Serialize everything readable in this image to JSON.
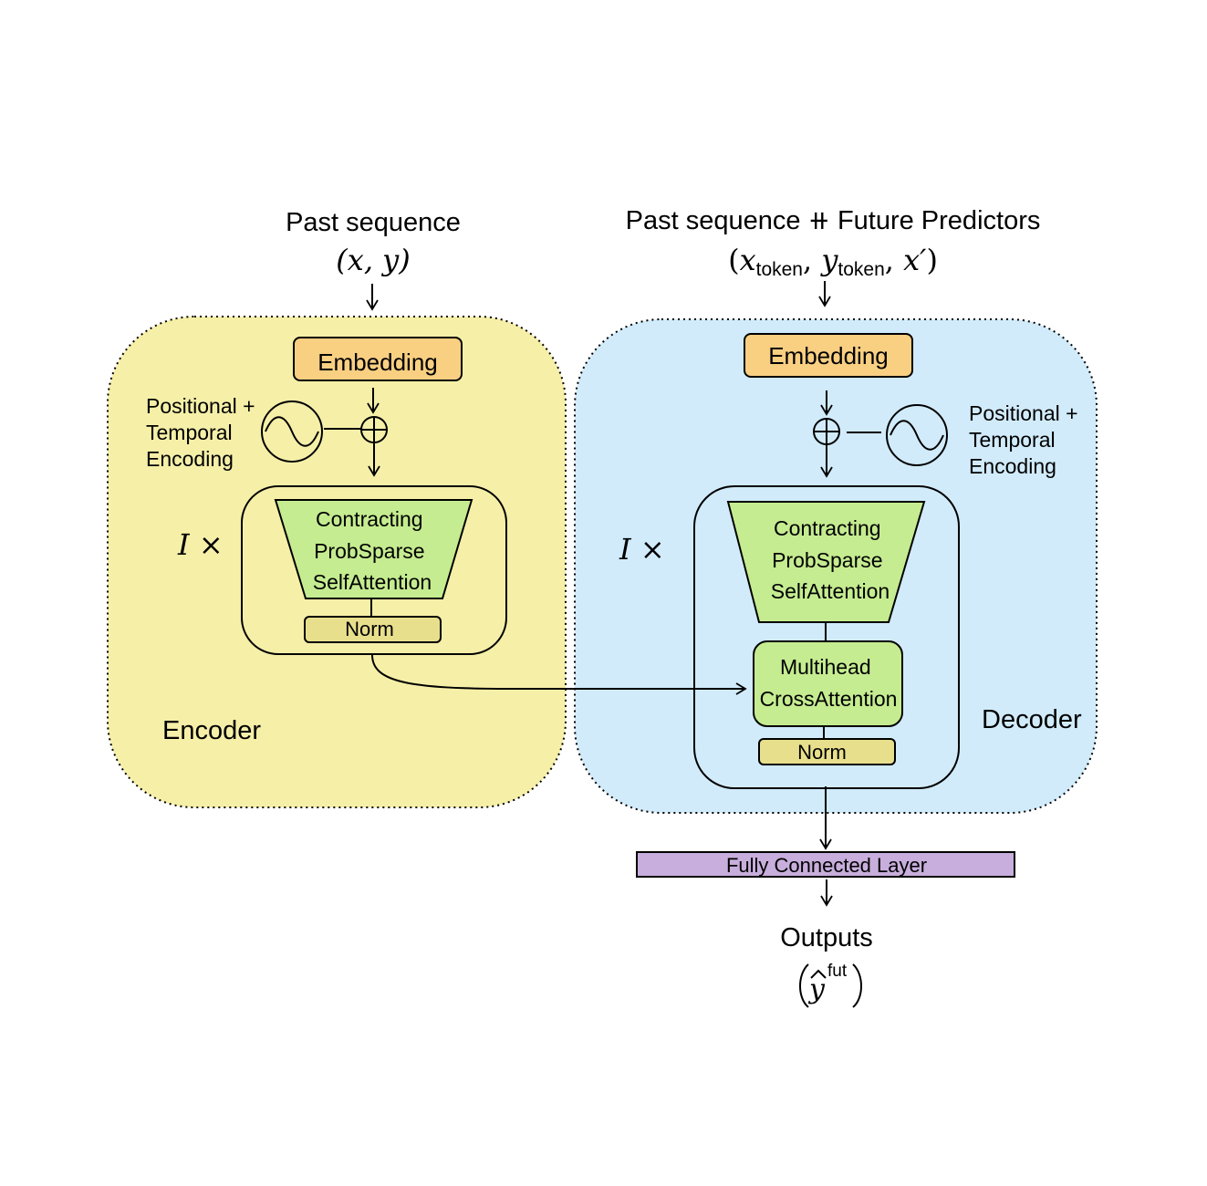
{
  "colors": {
    "encoder_bg": "#f6efa8",
    "decoder_bg": "#d1ebfa",
    "embedding": "#f9cf82",
    "attention": "#c5ec90",
    "norm": "#e8df8c",
    "fc": "#c8aedc"
  },
  "encoder": {
    "input_title": "Past sequence",
    "input_math": "(x, y)",
    "embedding": "Embedding",
    "pos_enc_line1": "Positional +",
    "pos_enc_line2": "Temporal",
    "pos_enc_line3": "Encoding",
    "repeat": "I ×",
    "attn_line1": "Contracting",
    "attn_line2": "ProbSparse",
    "attn_line3": "SelfAttention",
    "norm": "Norm",
    "label": "Encoder"
  },
  "decoder": {
    "input_title_a": "Past sequence",
    "concat_symbol": "⧺",
    "input_title_b": "Future Predictors",
    "input_x": "x",
    "input_y": "y",
    "input_sub": "token",
    "input_xprime": "x′",
    "embedding": "Embedding",
    "pos_enc_line1": "Positional +",
    "pos_enc_line2": "Temporal",
    "pos_enc_line3": "Encoding",
    "repeat": "I ×",
    "attn_line1": "Contracting",
    "attn_line2": "ProbSparse",
    "attn_line3": "SelfAttention",
    "cross_line1": "Multihead",
    "cross_line2": "CrossAttention",
    "norm": "Norm",
    "label": "Decoder"
  },
  "fc_layer": "Fully Connected Layer",
  "outputs": {
    "title": "Outputs",
    "symbol": "y",
    "superscript": "fut"
  }
}
